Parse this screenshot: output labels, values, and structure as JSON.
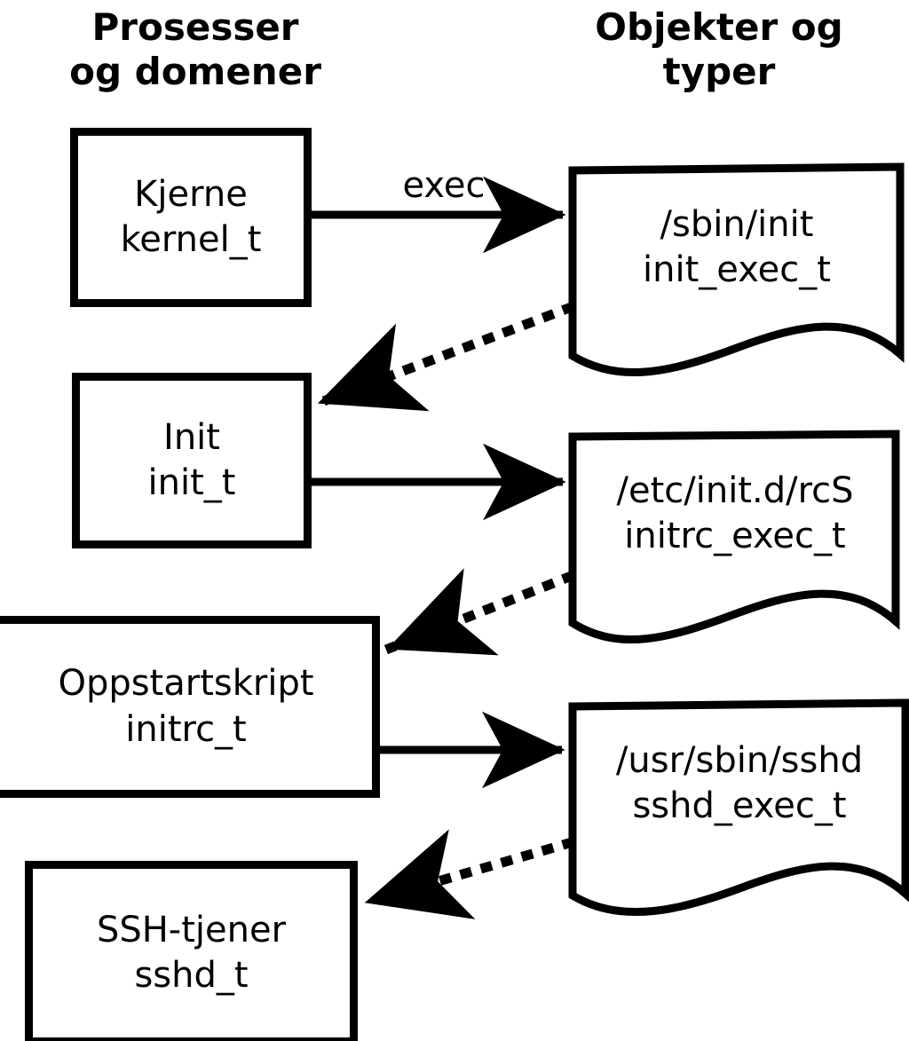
{
  "diagram": {
    "headers": {
      "left": "Prosesser\nog domener",
      "right": "Objekter og\ntyper"
    },
    "colors": {
      "stroke": "#000000",
      "fill": "#ffffff",
      "text": "#000000"
    },
    "process_boxes": [
      {
        "id": "kernel",
        "name_line": "Kjerne",
        "type_line": "kernel_t"
      },
      {
        "id": "init",
        "name_line": "Init",
        "type_line": "init_t"
      },
      {
        "id": "initrc",
        "name_line": "Oppstartskript",
        "type_line": "initrc_t"
      },
      {
        "id": "sshd",
        "name_line": "SSH-tjener",
        "type_line": "sshd_t"
      }
    ],
    "object_shapes": [
      {
        "id": "init_exec",
        "path_line": "/sbin/init",
        "type_line": "init_exec_t"
      },
      {
        "id": "initrc_exec",
        "path_line": "/etc/init.d/rcS",
        "type_line": "initrc_exec_t"
      },
      {
        "id": "sshd_exec",
        "path_line": "/usr/sbin/sshd",
        "type_line": "sshd_exec_t"
      }
    ],
    "edges": [
      {
        "id": "kernel-exec-init_exec",
        "style": "solid",
        "label": "exec",
        "from": "kernel",
        "to": "init_exec"
      },
      {
        "id": "init_exec-transition-init",
        "style": "dotted",
        "label": "",
        "from": "init_exec",
        "to": "init"
      },
      {
        "id": "init-exec-initrc_exec",
        "style": "solid",
        "label": "",
        "from": "init",
        "to": "initrc_exec"
      },
      {
        "id": "initrc_exec-transition-initrc",
        "style": "dotted",
        "label": "",
        "from": "initrc_exec",
        "to": "initrc"
      },
      {
        "id": "initrc-exec-sshd_exec",
        "style": "solid",
        "label": "",
        "from": "initrc",
        "to": "sshd_exec"
      },
      {
        "id": "sshd_exec-transition-sshd",
        "style": "dotted",
        "label": "",
        "from": "sshd_exec",
        "to": "sshd"
      }
    ]
  }
}
